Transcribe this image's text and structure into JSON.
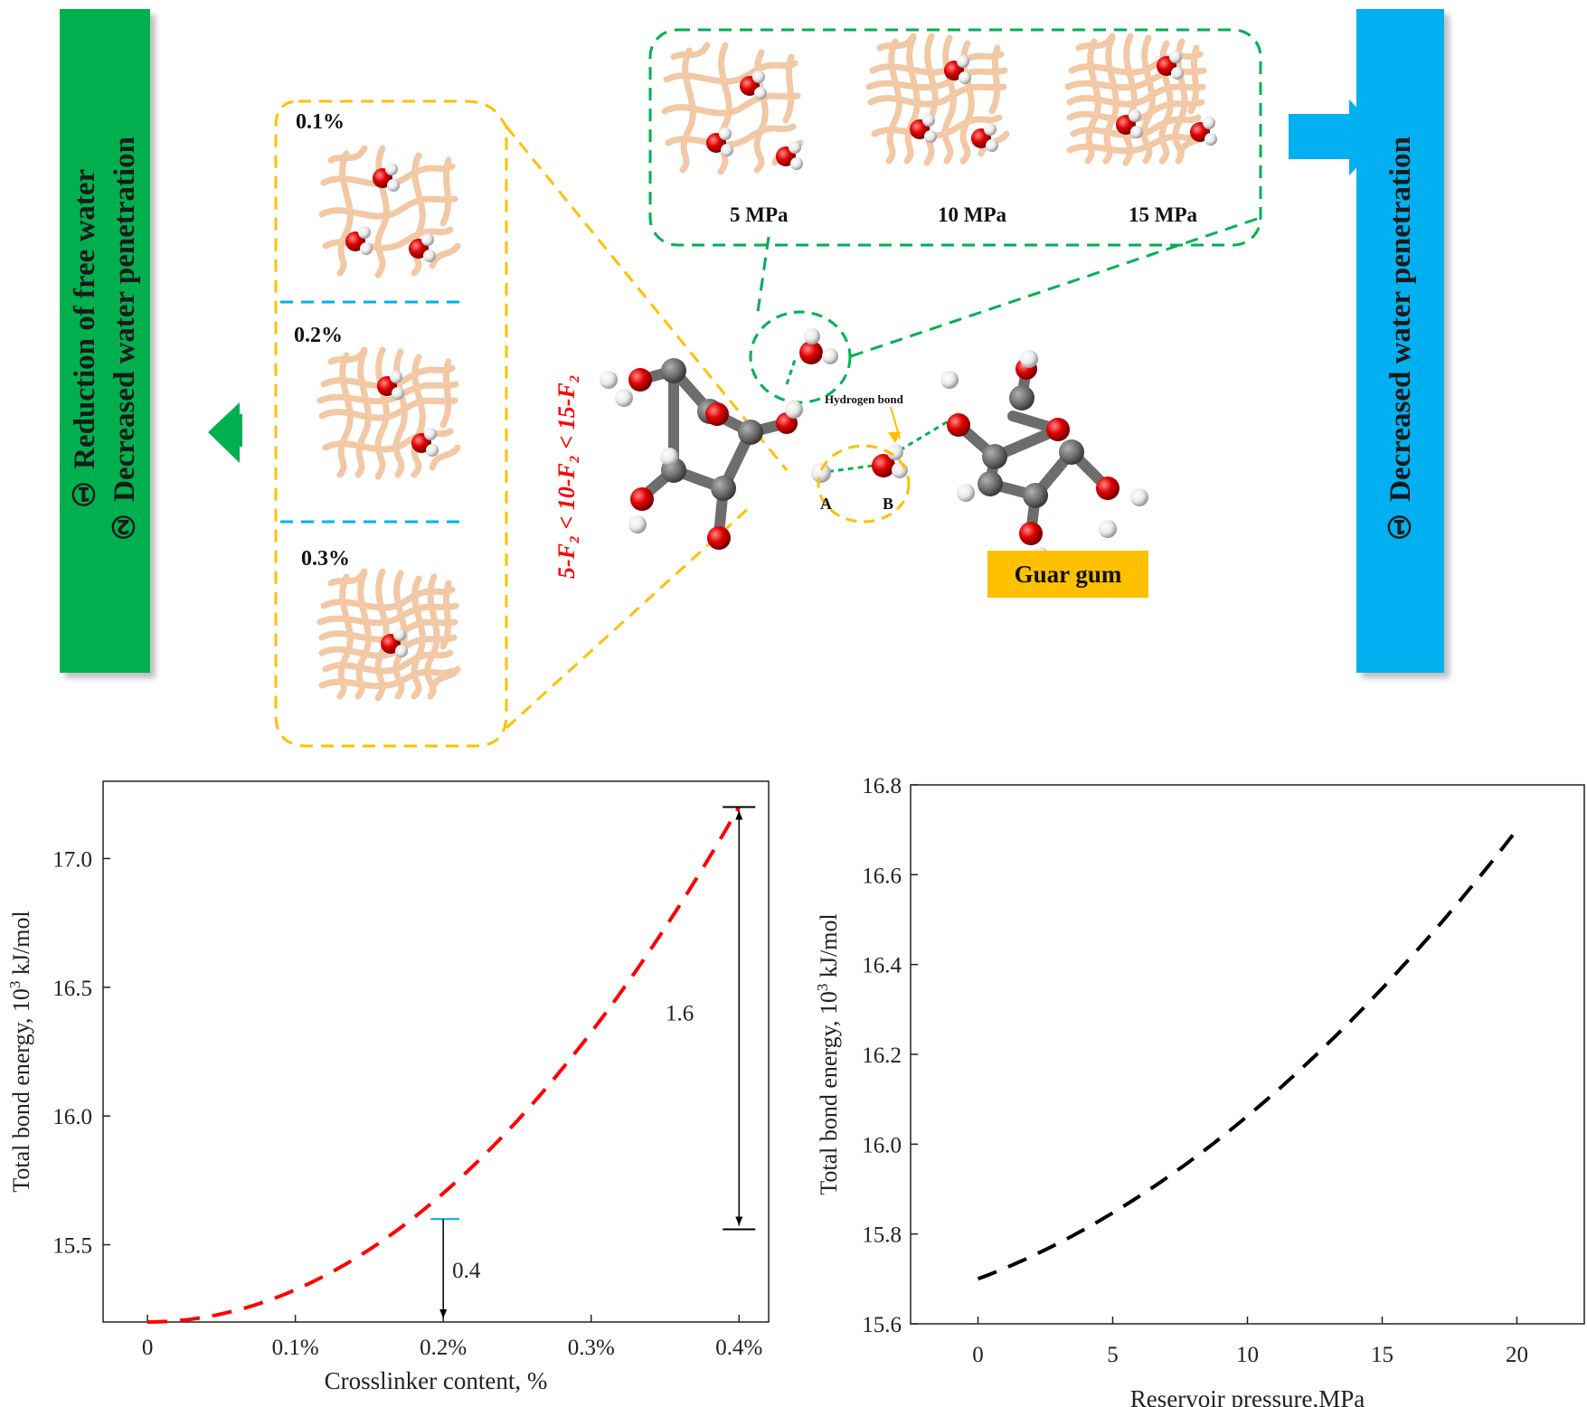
{
  "left_banner": {
    "line1": "① Reduction of free water",
    "line2": "② Decreased water penetration",
    "color": "#00b04f"
  },
  "right_banner": {
    "text": "① Decreased water penetration",
    "color": "#00b0f0"
  },
  "crosslinker_panel": {
    "labels": [
      "0.1%",
      "0.2%",
      "0.3%"
    ],
    "border_color": "#ffc000",
    "divider_color": "#00b0f0"
  },
  "pressure_panel": {
    "labels": [
      "5 MPa",
      "10 MPa",
      "15 MPa"
    ],
    "border_color": "#00b050"
  },
  "inequality_text": "5-F₂ < 10-F₂ < 15-F₂",
  "molecule": {
    "hydrogen_bond_label": "Hydrogen bond",
    "site_a": "A",
    "site_b": "B",
    "name": "Guar gum"
  },
  "colors": {
    "fiber": "#f2c8a5",
    "oxygen": "#e00000",
    "hydrogen": "#f2f2f2",
    "carbon": "#6d6d6d",
    "red_text": "#ff0000"
  },
  "chart_data": [
    {
      "type": "line",
      "xlabel": "Crosslinker content, %",
      "ylabel": "Total bond energy, 10³ kJ/mol",
      "xtick_labels": [
        "0",
        "0.1%",
        "0.2%",
        "0.3%",
        "0.4%"
      ],
      "x": [
        0,
        0.05,
        0.1,
        0.15,
        0.2,
        0.25,
        0.3,
        0.35,
        0.4
      ],
      "y": [
        15.2,
        15.25,
        15.32,
        15.45,
        15.66,
        15.93,
        16.28,
        16.71,
        17.2
      ],
      "yticks": [
        15.5,
        16.0,
        16.5,
        17.0
      ],
      "xlim": [
        -0.03,
        0.42
      ],
      "ylim": [
        15.2,
        17.3
      ],
      "line_color": "#ff0000",
      "line_style": "dashed",
      "annotations": [
        {
          "text": "0.4",
          "x": 0.2,
          "from": 15.6,
          "to": 15.2,
          "color": "#00b0f0"
        },
        {
          "text": "1.6",
          "x": 0.4,
          "from": 17.2,
          "to": 15.56,
          "color": "#000000"
        }
      ]
    },
    {
      "type": "line",
      "xlabel": "Reservoir pressure,MPa",
      "ylabel": "Total bond energy, 10³ kJ/mol",
      "x": [
        0,
        2.5,
        5,
        7.5,
        10,
        12.5,
        15,
        17.5,
        20
      ],
      "y": [
        15.7,
        15.76,
        15.82,
        15.91,
        16.02,
        16.16,
        16.32,
        16.5,
        16.7
      ],
      "xticks": [
        0,
        5,
        10,
        15,
        20
      ],
      "yticks": [
        15.6,
        15.8,
        16.0,
        16.2,
        16.4,
        16.6,
        16.8
      ],
      "xlim": [
        -2.5,
        22.5
      ],
      "ylim": [
        15.6,
        16.8
      ],
      "line_color": "#000000",
      "line_style": "dashed"
    }
  ]
}
